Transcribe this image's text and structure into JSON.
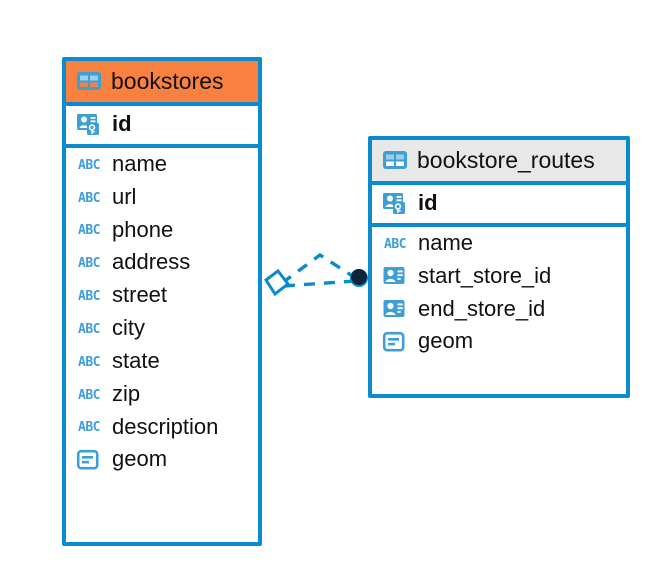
{
  "diagram": {
    "type": "entity-relationship-diagram",
    "background": "#ffffff",
    "accent_color": "#0a8ccc",
    "highlight_color": "#f9813f",
    "icon_color": "#3e9ed6"
  },
  "entities": [
    {
      "name": "bookstores",
      "icon": "table-icon",
      "header_style": "accent-orange",
      "primary_keys": [
        {
          "label": "id",
          "icon": "primary-key-icon"
        }
      ],
      "fields": [
        {
          "label": "name",
          "icon": "abc-text-icon"
        },
        {
          "label": "url",
          "icon": "abc-text-icon"
        },
        {
          "label": "phone",
          "icon": "abc-text-icon"
        },
        {
          "label": "address",
          "icon": "abc-text-icon"
        },
        {
          "label": "street",
          "icon": "abc-text-icon"
        },
        {
          "label": "city",
          "icon": "abc-text-icon"
        },
        {
          "label": "state",
          "icon": "abc-text-icon"
        },
        {
          "label": "zip",
          "icon": "abc-text-icon"
        },
        {
          "label": "description",
          "icon": "abc-text-icon"
        },
        {
          "label": "geom",
          "icon": "geometry-icon"
        }
      ]
    },
    {
      "name": "bookstore_routes",
      "icon": "table-icon",
      "header_style": "accent-grey",
      "primary_keys": [
        {
          "label": "id",
          "icon": "primary-key-icon"
        }
      ],
      "fields": [
        {
          "label": "name",
          "icon": "abc-text-icon"
        },
        {
          "label": "start_store_id",
          "icon": "foreign-key-icon"
        },
        {
          "label": "end_store_id",
          "icon": "foreign-key-icon"
        },
        {
          "label": "geom",
          "icon": "geometry-icon"
        }
      ]
    }
  ],
  "relationship": {
    "style": "dashed",
    "color": "#0a8ccc",
    "source_marker": "diamond",
    "target_marker": "filled-circle",
    "target_marker_color": "#10243a",
    "branches": 2
  }
}
